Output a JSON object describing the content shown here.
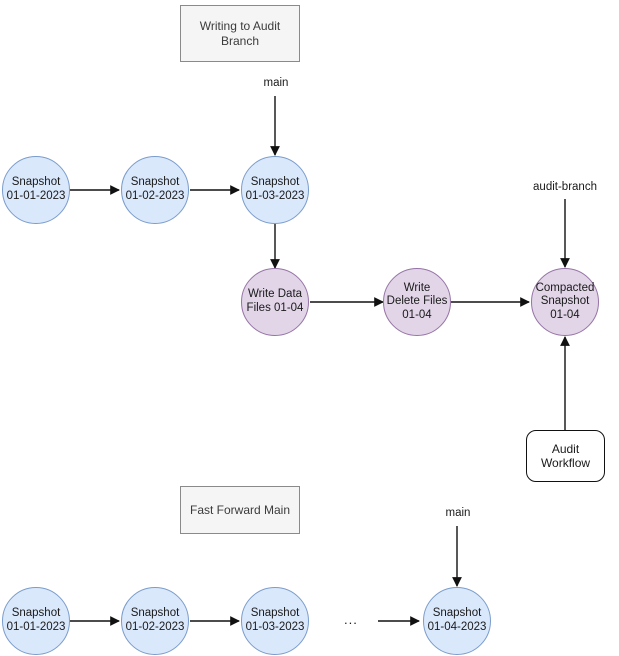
{
  "diagram": {
    "title_top": "Writing to Audit Branch",
    "title_bottom": "Fast Forward Main",
    "colors": {
      "snapshot_fill": "#dae8fc",
      "snapshot_stroke": "#7a9ccb",
      "audit_fill": "#e1d5e7",
      "audit_stroke": "#9673a6",
      "group_box_fill": "#f5f5f5",
      "group_box_stroke": "#8a8a8a",
      "edge_stroke": "#111111",
      "background": "#ffffff"
    },
    "sections": [
      {
        "name": "writing-to-audit-branch",
        "header": "Writing to Audit Branch",
        "branch_labels": [
          {
            "name": "main",
            "text": "main"
          },
          {
            "name": "audit-branch",
            "text": "audit-branch"
          }
        ],
        "nodes": [
          {
            "id": "snap-01-01",
            "text": "Snapshot\n01-01-2023",
            "kind": "snapshot"
          },
          {
            "id": "snap-01-02",
            "text": "Snapshot\n01-02-2023",
            "kind": "snapshot"
          },
          {
            "id": "snap-01-03",
            "text": "Snapshot\n01-03-2023",
            "kind": "snapshot"
          },
          {
            "id": "write-data-files",
            "text": "Write Data\nFiles 01-04",
            "kind": "audit"
          },
          {
            "id": "write-delete-files",
            "text": "Write\nDelete Files\n01-04",
            "kind": "audit"
          },
          {
            "id": "compacted-snapshot",
            "text": "Compacted\nSnapshot\n01-04",
            "kind": "audit"
          },
          {
            "id": "audit-workflow",
            "text": "Audit\nWorkflow",
            "kind": "process"
          }
        ],
        "edges": [
          {
            "from": "snap-01-01",
            "to": "snap-01-02"
          },
          {
            "from": "snap-01-02",
            "to": "snap-01-03"
          },
          {
            "from": "main",
            "to": "snap-01-03"
          },
          {
            "from": "snap-01-03",
            "to": "write-data-files"
          },
          {
            "from": "write-data-files",
            "to": "write-delete-files"
          },
          {
            "from": "write-delete-files",
            "to": "compacted-snapshot"
          },
          {
            "from": "audit-branch",
            "to": "compacted-snapshot"
          },
          {
            "from": "audit-workflow",
            "to": "compacted-snapshot"
          }
        ]
      },
      {
        "name": "fast-forward-main",
        "header": "Fast Forward Main",
        "branch_labels": [
          {
            "name": "main",
            "text": "main"
          }
        ],
        "ellipsis": "...",
        "nodes": [
          {
            "id": "ff-snap-01-01",
            "text": "Snapshot\n01-01-2023",
            "kind": "snapshot"
          },
          {
            "id": "ff-snap-01-02",
            "text": "Snapshot\n01-02-2023",
            "kind": "snapshot"
          },
          {
            "id": "ff-snap-01-03",
            "text": "Snapshot\n01-03-2023",
            "kind": "snapshot"
          },
          {
            "id": "ff-snap-01-04",
            "text": "Snapshot\n01-04-2023",
            "kind": "snapshot"
          }
        ],
        "edges": [
          {
            "from": "ff-snap-01-01",
            "to": "ff-snap-01-02"
          },
          {
            "from": "ff-snap-01-02",
            "to": "ff-snap-01-03"
          },
          {
            "from": "ellipsis",
            "to": "ff-snap-01-04"
          },
          {
            "from": "main",
            "to": "ff-snap-01-04"
          }
        ]
      }
    ]
  }
}
